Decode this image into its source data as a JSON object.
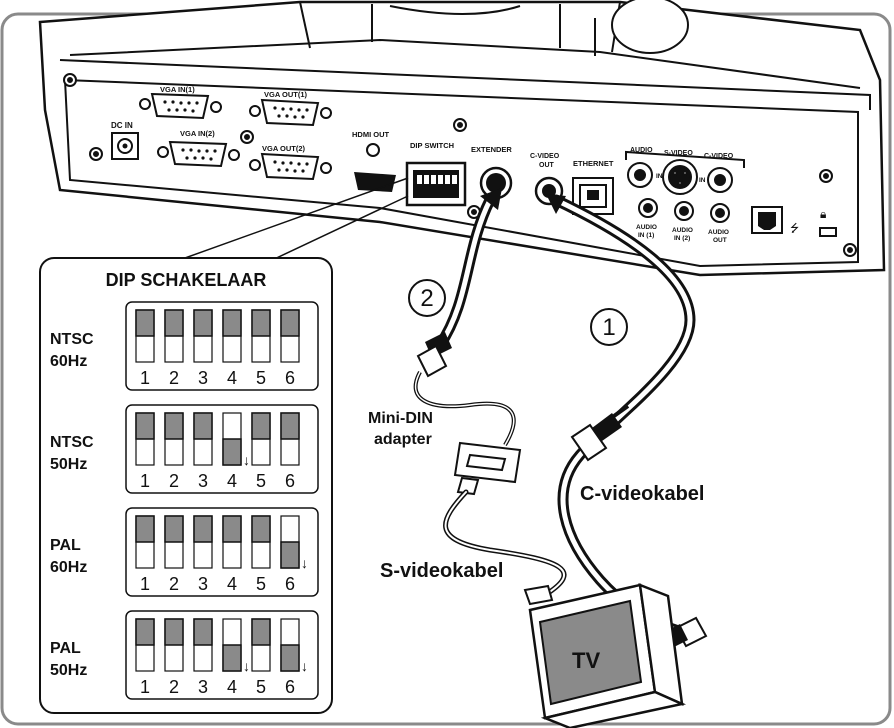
{
  "panel": {
    "labels": {
      "dc_in": "DC IN",
      "vga_in1": "VGA IN(1)",
      "vga_in2": "VGA IN(2)",
      "vga_out1": "VGA OUT(1)",
      "vga_out2": "VGA OUT(2)",
      "hdmi_out": "HDMI OUT",
      "dip_switch": "DIP SWITCH",
      "extender": "EXTENDER",
      "cvideo_out_1": "C-VIDEO",
      "cvideo_out_2": "OUT",
      "ethernet": "ETHERNET",
      "av_header_audio": "AUDIO",
      "av_header_svideo": "S-VIDEO",
      "av_header_cvideo": "C-VIDEO",
      "in_left": "IN",
      "in_right": "IN",
      "audio_in1_a": "AUDIO",
      "audio_in1_b": "IN (1)",
      "audio_in2_a": "AUDIO",
      "audio_in2_b": "IN (2)",
      "audio_out_a": "AUDIO",
      "audio_out_b": "OUT"
    }
  },
  "callouts": {
    "step1": "1",
    "step2": "2",
    "mini_din_1": "Mini-DIN",
    "mini_din_2": "adapter",
    "s_video_cable": "S-videokabel",
    "c_video_cable": "C-videokabel",
    "tv": "TV"
  },
  "dip": {
    "title": "DIP SCHAKELAAR",
    "numbers": [
      "1",
      "2",
      "3",
      "4",
      "5",
      "6"
    ],
    "modes": [
      {
        "line1": "NTSC",
        "line2": "60Hz",
        "switches": [
          "up",
          "up",
          "up",
          "up",
          "up",
          "up"
        ]
      },
      {
        "line1": "NTSC",
        "line2": "50Hz",
        "switches": [
          "up",
          "up",
          "up",
          "down",
          "up",
          "up"
        ]
      },
      {
        "line1": "PAL",
        "line2": "60Hz",
        "switches": [
          "up",
          "up",
          "up",
          "up",
          "up",
          "down"
        ]
      },
      {
        "line1": "PAL",
        "line2": "50Hz",
        "switches": [
          "up",
          "up",
          "up",
          "down",
          "up",
          "down"
        ]
      }
    ]
  }
}
